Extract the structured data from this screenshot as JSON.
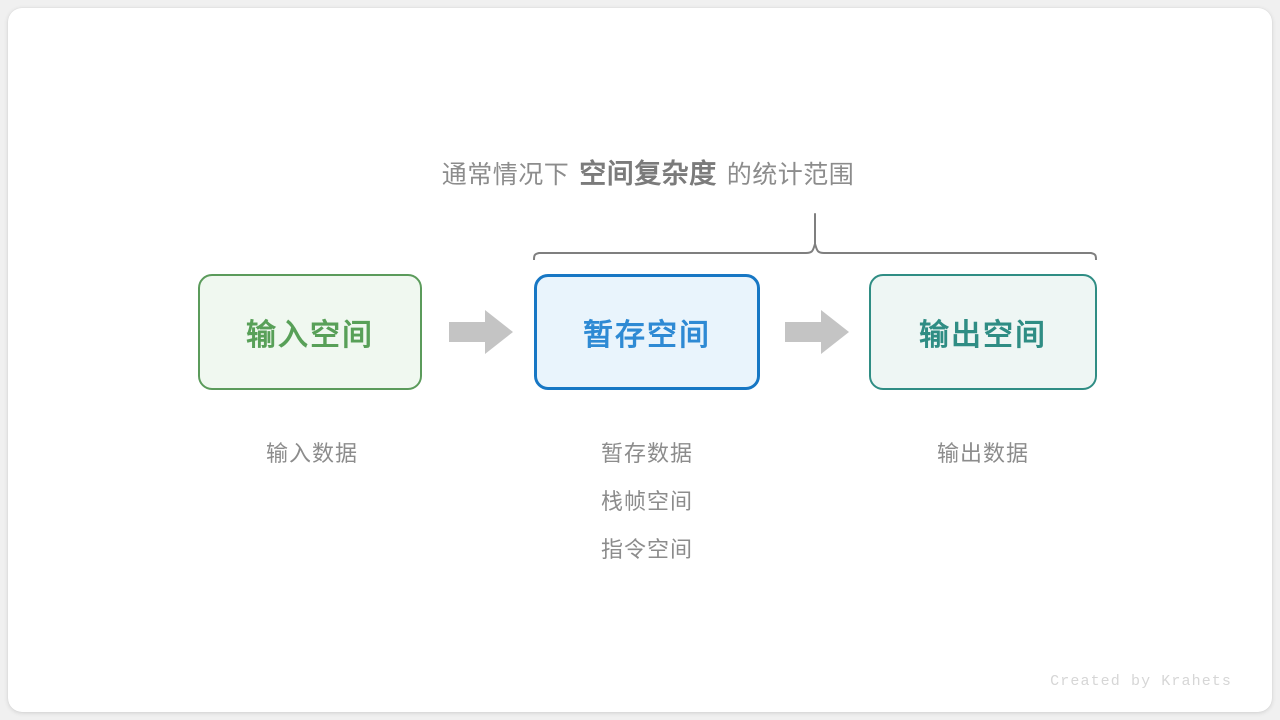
{
  "theme": {
    "page_background": "#f0f0f0",
    "card_background": "#ffffff",
    "muted_text": "#8c8c8c",
    "emphasis_text": "#7b7b7b",
    "arrow_color": "#c4c4c4",
    "brace_color": "#7f7f7f",
    "watermark_color": "#d6d6d6",
    "input_border": "#5b9b5b",
    "input_fill": "#f0f8f0",
    "input_text": "#58a058",
    "buffer_border": "#1777c4",
    "buffer_fill": "#e9f4fc",
    "buffer_text": "#2e8ad4",
    "output_border": "#2f8d84",
    "output_fill": "#eef6f4",
    "output_text": "#2f8d84"
  },
  "caption": {
    "prefix": "通常情况下",
    "emphasis": "空间复杂度",
    "suffix": "的统计范围"
  },
  "boxes": [
    {
      "id": "input",
      "title": "输入空间"
    },
    {
      "id": "buffer",
      "title": "暂存空间"
    },
    {
      "id": "output",
      "title": "输出空间"
    }
  ],
  "labels": {
    "input": [
      "输入数据"
    ],
    "buffer": [
      "暂存数据",
      "栈帧空间",
      "指令空间"
    ],
    "output": [
      "输出数据"
    ]
  },
  "arrows": [
    {
      "id": "arrow-1",
      "from": "input",
      "to": "buffer"
    },
    {
      "id": "arrow-2",
      "from": "buffer",
      "to": "output"
    }
  ],
  "brace": {
    "covers": [
      "buffer",
      "output"
    ],
    "direction": "up"
  },
  "watermark": "Created by Krahets"
}
